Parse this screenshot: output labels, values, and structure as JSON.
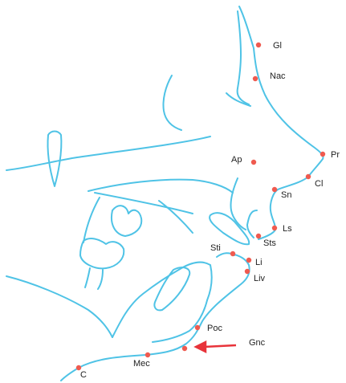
{
  "colors": {
    "trace": "#4fc3e6",
    "point": "#ef5a4f",
    "arrow": "#e8333a",
    "label": "#222222"
  },
  "landmarks": [
    {
      "id": "gl",
      "label": "Gl"
    },
    {
      "id": "nac",
      "label": "Nac"
    },
    {
      "id": "pr",
      "label": "Pr"
    },
    {
      "id": "cl",
      "label": "Cl"
    },
    {
      "id": "ap",
      "label": "Ap"
    },
    {
      "id": "sn",
      "label": "Sn"
    },
    {
      "id": "ls",
      "label": "Ls"
    },
    {
      "id": "sts",
      "label": "Sts"
    },
    {
      "id": "sti",
      "label": "Sti"
    },
    {
      "id": "li",
      "label": "Li"
    },
    {
      "id": "liv",
      "label": "Liv"
    },
    {
      "id": "poc",
      "label": "Poc"
    },
    {
      "id": "gnc",
      "label": "Gnc"
    },
    {
      "id": "mec",
      "label": "Mec"
    },
    {
      "id": "c",
      "label": "C"
    }
  ]
}
